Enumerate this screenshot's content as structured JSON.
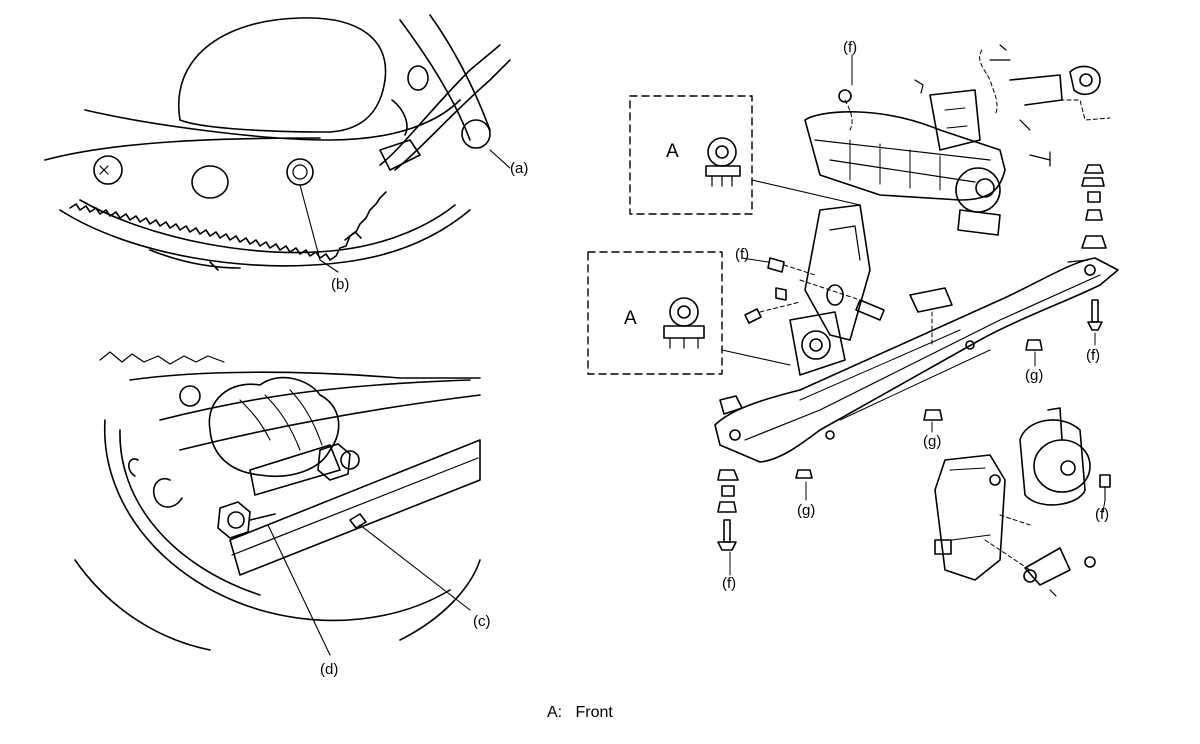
{
  "labels": {
    "a": "(a)",
    "b": "(b)",
    "c": "(c)",
    "d": "(d)",
    "f": "(f)",
    "g": "(g)"
  },
  "inset_letter": "A",
  "caption": {
    "key": "A:",
    "text": "Front"
  },
  "colors": {
    "line": "#000000",
    "background": "#ffffff"
  }
}
